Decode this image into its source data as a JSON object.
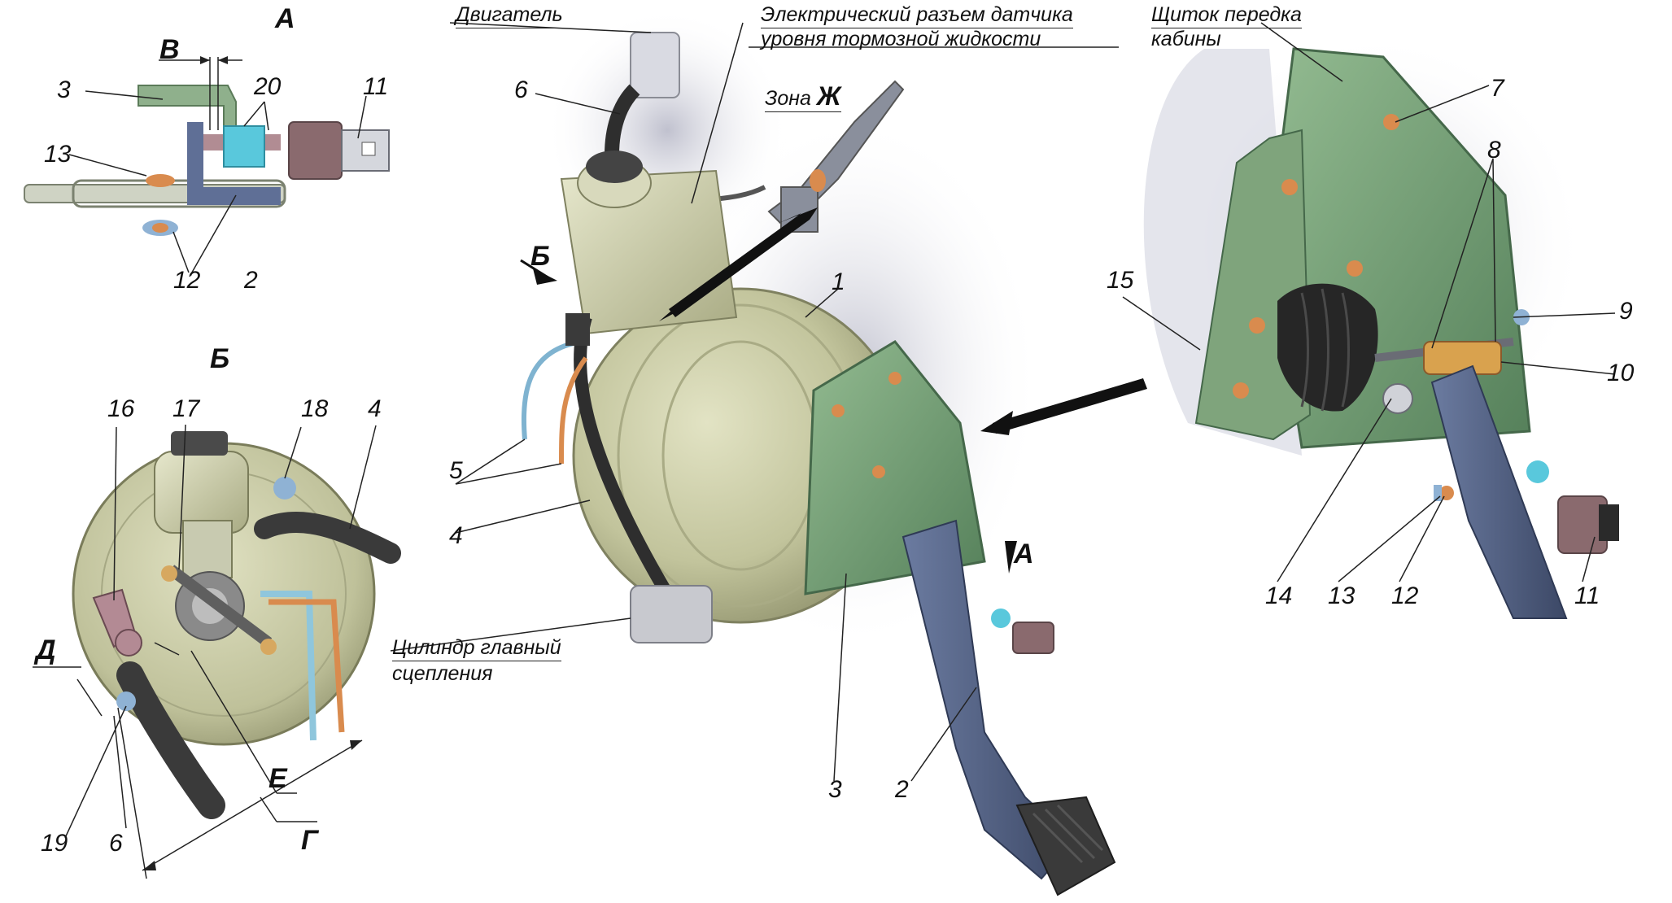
{
  "view_letters": {
    "a": "А",
    "b": "Б",
    "v": "В",
    "g": "Г",
    "d": "Д",
    "e": "Е",
    "zh": "Ж"
  },
  "captions": {
    "engine": "Двигатель",
    "sensor_connector_line1": "Электрический разъем датчика",
    "sensor_connector_line2": "уровня тормозной жидкости",
    "zone_word": "Зона",
    "dash_panel_line1": "Щиток передка",
    "dash_panel_line2": "кабины",
    "master_cylinder_line1": "Цилиндр главный",
    "master_cylinder_line2": "сцепления"
  },
  "part_numbers": {
    "n1": "1",
    "n2": "2",
    "n3": "3",
    "n4": "4",
    "n5": "5",
    "n6": "6",
    "n7": "7",
    "n8": "8",
    "n9": "9",
    "n10": "10",
    "n11": "11",
    "n12": "12",
    "n13": "13",
    "n14": "14",
    "n15": "15",
    "n16": "16",
    "n17": "17",
    "n18": "18",
    "n19": "19",
    "n20": "20"
  },
  "colors": {
    "bracket_green": "#6f9a6f",
    "booster_body": "#c9cba3",
    "pedal_blue": "#4d5b7d",
    "hose_dark": "#3a3a3a",
    "nut_orange": "#d98b4e",
    "clip_blue": "#8fb2d4",
    "switch_mauve": "#8a6a6e",
    "cyan_nut": "#59c8dc"
  },
  "icons": {
    "pointer_arrow": "arrow-icon",
    "clutch_pedal": "pedal-icon",
    "vacuum_booster": "booster-icon"
  }
}
